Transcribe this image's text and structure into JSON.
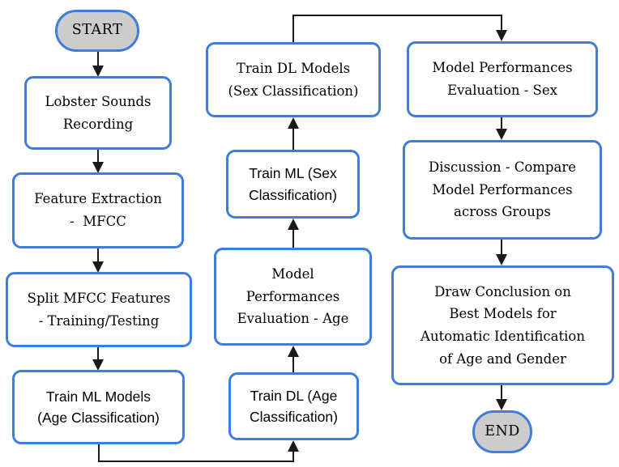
{
  "colors": {
    "node_border": "#3e7dd8",
    "node_fill": "#ffffff",
    "terminal_fill": "#cccccc",
    "connector": "#1a1a1a",
    "text": "#000000",
    "background": "#ffffff"
  },
  "nodes": {
    "start": {
      "label": "START",
      "type": "terminal"
    },
    "lobster_sounds_recording": {
      "label": "Lobster Sounds\nRecording",
      "type": "process"
    },
    "feature_extraction": {
      "label": "Feature Extraction\n-  MFCC",
      "type": "process"
    },
    "split_mfcc": {
      "label": "Split MFCC Features\n- Training/Testing",
      "type": "process"
    },
    "train_ml_age": {
      "label": "Train ML Models\n(Age Classification)",
      "type": "process"
    },
    "train_dl_sex": {
      "label": "Train DL Models\n(Sex Classification)",
      "type": "process"
    },
    "train_ml_sex": {
      "label": "Train ML (Sex\nClassification)",
      "type": "process"
    },
    "model_perf_age": {
      "label": "Model\nPerformances\nEvaluation - Age",
      "type": "process"
    },
    "train_dl_age": {
      "label": "Train DL (Age\nClassification)",
      "type": "process"
    },
    "model_perf_sex": {
      "label": "Model Performances\nEvaluation - Sex",
      "type": "process"
    },
    "discussion": {
      "label": "Discussion - Compare\nModel Performances\nacross Groups",
      "type": "process"
    },
    "conclusion": {
      "label": "Draw Conclusion on\nBest Models for\nAutomatic Identification\nof Age and Gender",
      "type": "process"
    },
    "end": {
      "label": "END",
      "type": "terminal"
    }
  },
  "edges": [
    {
      "from": "start",
      "to": "lobster_sounds_recording"
    },
    {
      "from": "lobster_sounds_recording",
      "to": "feature_extraction"
    },
    {
      "from": "feature_extraction",
      "to": "split_mfcc"
    },
    {
      "from": "split_mfcc",
      "to": "train_ml_age"
    },
    {
      "from": "train_ml_age",
      "to": "train_dl_age"
    },
    {
      "from": "train_dl_age",
      "to": "model_perf_age"
    },
    {
      "from": "model_perf_age",
      "to": "train_ml_sex"
    },
    {
      "from": "train_ml_sex",
      "to": "train_dl_sex"
    },
    {
      "from": "train_dl_sex",
      "to": "model_perf_sex"
    },
    {
      "from": "model_perf_sex",
      "to": "discussion"
    },
    {
      "from": "discussion",
      "to": "conclusion"
    },
    {
      "from": "conclusion",
      "to": "end"
    }
  ]
}
